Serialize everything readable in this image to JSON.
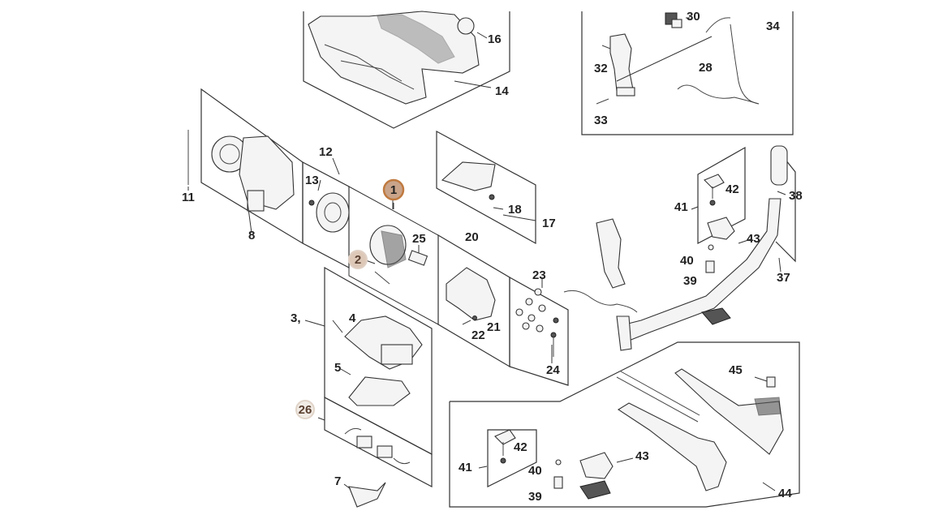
{
  "callouts": {
    "c1": "1",
    "c2": "2",
    "c3": "3,",
    "c4": "4",
    "c5": "5",
    "c7": "7",
    "c8": "8",
    "c11": "11",
    "c12": "12",
    "c13": "13",
    "c14": "14",
    "c16": "16",
    "c17": "17",
    "c18": "18",
    "c20": "20",
    "c21": "21",
    "c22": "22",
    "c23": "23",
    "c24": "24",
    "c25": "25",
    "c26": "26",
    "c28": "28",
    "c30": "30",
    "c32": "32",
    "c33": "33",
    "c34": "34",
    "c37": "37",
    "c38": "38",
    "c39a": "39",
    "c40a": "40",
    "c41a": "41",
    "c42a": "42",
    "c43a": "43",
    "c39b": "39",
    "c40b": "40",
    "c41b": "41",
    "c42b": "42",
    "c43b": "43",
    "c44": "44",
    "c45": "45"
  },
  "colors": {
    "highlight_fill": "#c9a48a",
    "highlight_stroke": "#c07a40",
    "line": "#333333"
  }
}
